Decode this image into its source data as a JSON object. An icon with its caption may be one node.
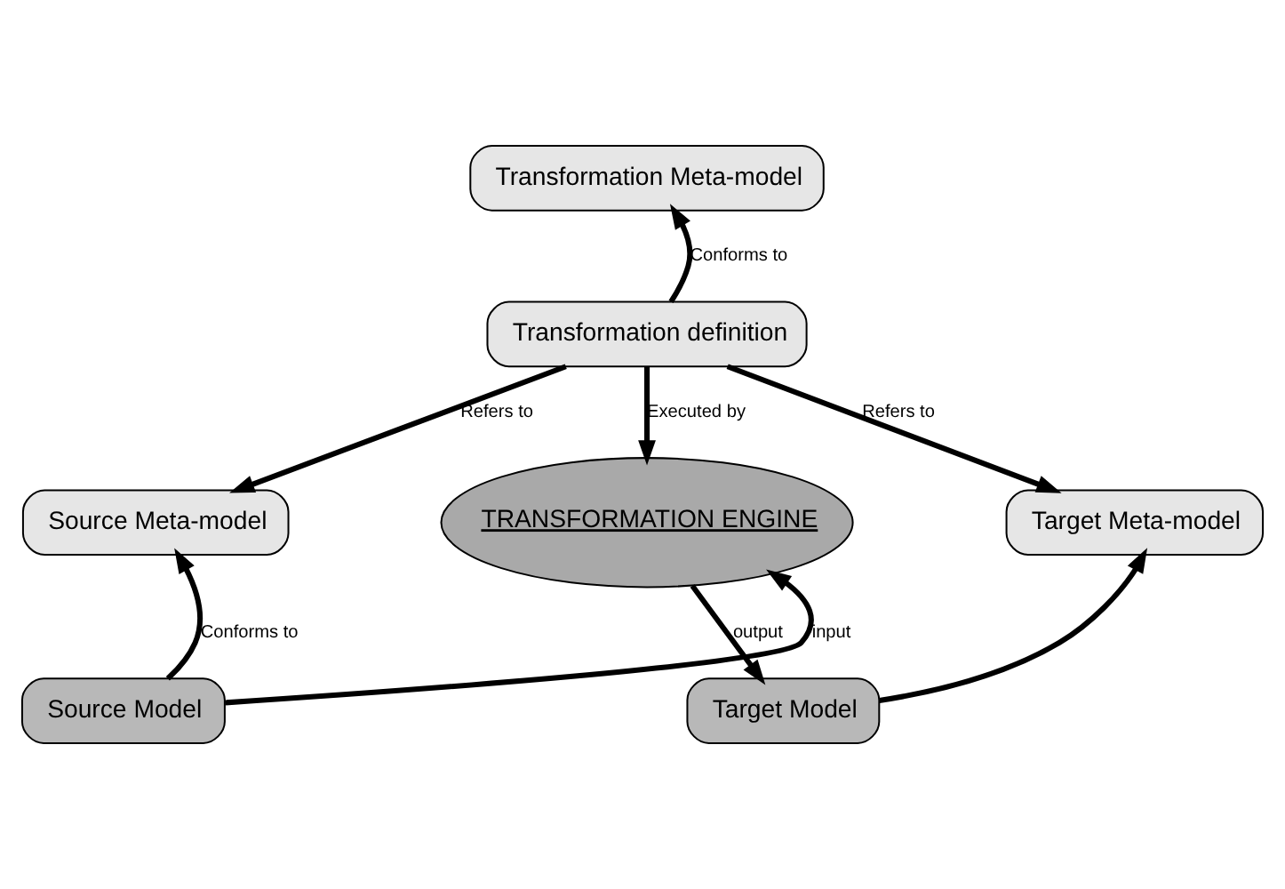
{
  "diagram": {
    "nodes": [
      {
        "text": [
          "Transformation Meta-model"
        ]
      },
      {
        "text": [
          "Transformation definition"
        ]
      },
      {
        "text": [
          "Source Meta-model"
        ]
      },
      {
        "text": [
          "TRANSFORMATION ENGINE"
        ]
      },
      {
        "text": [
          "Target Meta-model"
        ]
      },
      {
        "text": [
          "Source Model"
        ]
      },
      {
        "text": [
          "Target Model"
        ]
      }
    ],
    "edges": [
      {
        "from": 1,
        "to": 0,
        "arrow": "to",
        "label": "Conforms to"
      },
      {
        "from": 1,
        "to": 2,
        "arrow": "to",
        "label": "Refers to"
      },
      {
        "from": 1,
        "to": 4,
        "arrow": "to",
        "label": "Refers to"
      },
      {
        "from": 1,
        "to": 3,
        "arrow": "to",
        "label": "Executed by"
      },
      {
        "from": 5,
        "to": 2,
        "arrow": "to",
        "label": "Conforms to"
      },
      {
        "from": 6,
        "to": 4,
        "arrow": "to"
      },
      {
        "from": 5,
        "to": 3,
        "arrow": "to",
        "label": "input"
      },
      {
        "from": 3,
        "to": 6,
        "arrow": "to",
        "label": "output"
      }
    ]
  }
}
